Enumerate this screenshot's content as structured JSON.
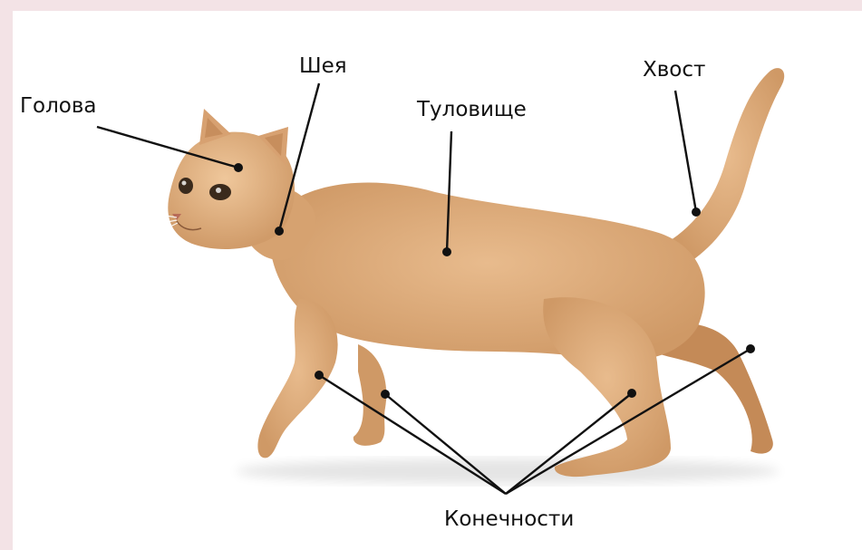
{
  "diagram": {
    "labels": {
      "head": "Голова",
      "neck": "Шея",
      "torso": "Туловище",
      "tail": "Хвост",
      "limbs": "Конечности"
    }
  },
  "colors": {
    "background": "#f3e3e6",
    "panel": "#ffffff",
    "fur": "#deae80",
    "fur_shadow": "#c58e5c",
    "leader_line": "#111111"
  }
}
